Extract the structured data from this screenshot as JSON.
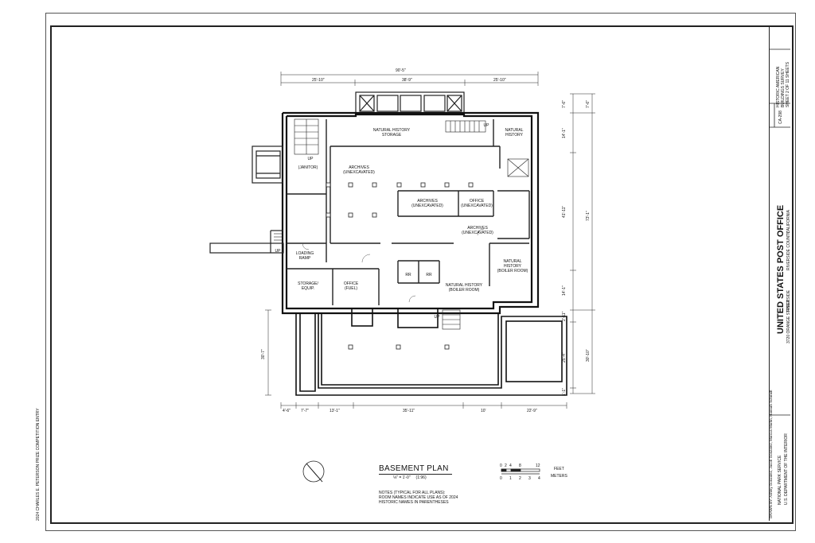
{
  "side_credit": "2024 CHARLES E. PETERSON PRIZE COMPETITION ENTRY",
  "title_block": {
    "agency_line1": "HISTORIC AMERICAN",
    "agency_line2": "BUILDINGS SURVEY",
    "sheet": "SHEET 2 OF 11 SHEETS",
    "survey_number": "CA-298",
    "project_title": "UNITED STATES POST OFFICE",
    "address": "3720 ORANGE STREET",
    "city": "RIVERSIDE",
    "county": "RIVERSIDE COUNTY",
    "state": "CALIFORNIA",
    "drawn_by": "DRAWN BY: Ashley Gonzalez, Jacob Gonzalez, Marcus Martin, Hannah Schmidt",
    "nps": "NATIONAL PARK SERVICE",
    "doi": "U.S. DEPARTMENT OF THE INTERIOR"
  },
  "drawing": {
    "title": "BASEMENT PLAN",
    "scale": "⅛\" = 1'-0\"     (1:96)",
    "notes": [
      "NOTES (TYPICAL FOR ALL PLANS):",
      "ROOM NAMES INDICATE USE AS OF 2024",
      "HISTORIC NAMES IN PARENTHESES"
    ],
    "scale_bar": {
      "feet_ticks": [
        "0",
        "2",
        "4",
        "8",
        "12"
      ],
      "meter_ticks": [
        "0",
        "1",
        "2",
        "3",
        "4"
      ],
      "feet_label": "FEET",
      "meters_label": "METERS"
    }
  },
  "dimensions": {
    "top_overall": "90'-5\"",
    "top": [
      "25'-10\"",
      "38'-9\"",
      "25'-10\""
    ],
    "right_inner": [
      "7'-6\"",
      "14'-1\"",
      "41'-11\"",
      "14'-1\"",
      "2'-11\"",
      "25'-4\"",
      "1'-1\""
    ],
    "right_outer": [
      "7'-6\"",
      "73'-1\"",
      "30'-10\""
    ],
    "left": "30'-7\"",
    "bottom": [
      "4'-6\"",
      "7'-7\"",
      "13'-1\"",
      "35'-11\"",
      "10'",
      "22'-9\""
    ]
  },
  "rooms": {
    "nh_storage": [
      "NATURAL HISTORY",
      "STORAGE"
    ],
    "natural_history": [
      "NATURAL",
      "HISTORY"
    ],
    "janitor": "(JANITOR)",
    "archives_main": [
      "ARCHIVES",
      "(UNEXCAVATED)"
    ],
    "archives_mid": [
      "ARCHIVES",
      "(UNEXCAVATED)"
    ],
    "office_mid": [
      "OFFICE",
      "(UNEXCAVATED)"
    ],
    "archives_east": [
      "ARCHIVES",
      "(UNEXCAVATED)"
    ],
    "loading": [
      "LOADING",
      "RAMP"
    ],
    "nh_boiler_east": [
      "NATURAL",
      "HISTORY",
      "(BOILER ROOM)"
    ],
    "storage_equip": [
      "STORAGE/",
      "EQUIP."
    ],
    "office_fuel": [
      "OFFICE",
      "(FUEL)"
    ],
    "rr1": "RR",
    "rr2": "RR",
    "nh_boiler": [
      "NATURAL HISTORY",
      "(BOILER ROOM)"
    ],
    "up": "UP"
  }
}
